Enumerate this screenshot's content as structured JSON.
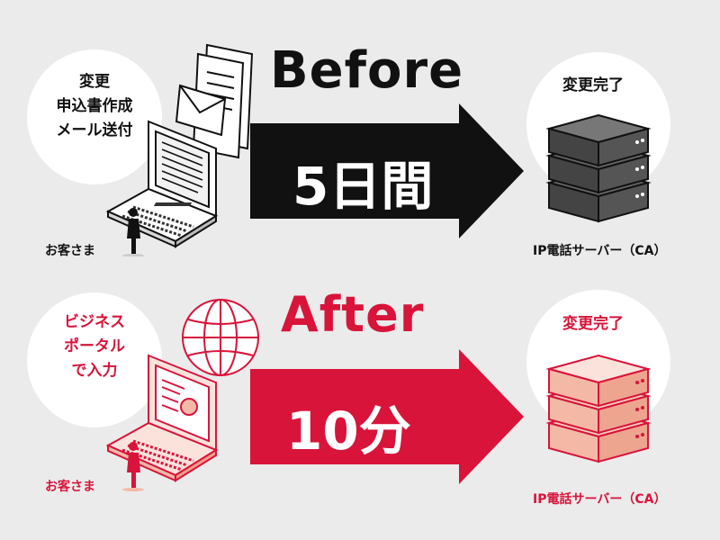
{
  "colors": {
    "background": "#ebebeb",
    "before_arrow": "#111111",
    "after_arrow": "#d8143a",
    "after_accent": "#d8143a",
    "after_server": "#f4b9a6",
    "text_dark": "#111111"
  },
  "before": {
    "title": "Before",
    "arrow_text": "5日間",
    "customer_bubble": {
      "lines": [
        "変更",
        "申込書作成",
        "メール送付"
      ],
      "icons": [
        "laptop-icon",
        "document-icon",
        "envelope-icon",
        "person-icon"
      ]
    },
    "customer_label": "お客さま",
    "server_bubble": "変更完了",
    "server_label": "IP電話サーバー（CA）"
  },
  "after": {
    "title": "After",
    "arrow_text": "10分",
    "customer_bubble": {
      "lines": [
        "ビジネス",
        "ポータル",
        "で入力"
      ],
      "icons": [
        "laptop-icon",
        "globe-icon",
        "person-icon"
      ]
    },
    "customer_label": "お客さま",
    "server_bubble": "変更完了",
    "server_label": "IP電話サーバー（CA）"
  }
}
